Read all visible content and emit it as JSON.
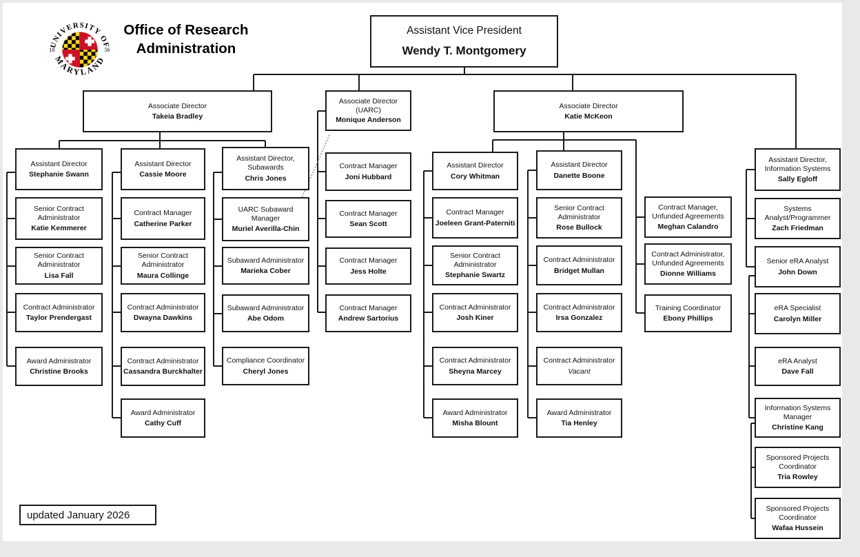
{
  "header": {
    "logo": {
      "top_text": "UNIVERSITY OF",
      "bottom_text": "MARYLAND",
      "left_text": "18",
      "right_text": "56"
    },
    "title": "Office of Research Administration"
  },
  "footer": {
    "updated": "updated January 2026"
  },
  "colors": {
    "line": "#1a1a1a",
    "dotted_line": "#7d8aa8",
    "maryland_red": "#ce1126",
    "maryland_gold": "#ffd520"
  },
  "boxes": [
    {
      "id": "avp",
      "role": "Assistant Vice President",
      "name": "Wendy T. Montgomery"
    },
    {
      "id": "bradley",
      "role": "Associate Director",
      "name": "Takeia Bradley"
    },
    {
      "id": "anderson",
      "role": "Associate Director (UARC)",
      "name": "Monique Anderson"
    },
    {
      "id": "mckeon",
      "role": "Associate Director",
      "name": "Katie McKeon"
    },
    {
      "id": "swann",
      "role": "Assistant Director",
      "name": "Stephanie Swann"
    },
    {
      "id": "kemmerer",
      "role": "Senior Contract Administrator",
      "name": "Katie Kemmerer"
    },
    {
      "id": "lfall",
      "role": "Senior Contract Administrator",
      "name": "Lisa Fall"
    },
    {
      "id": "prendergast",
      "role": "Contract Administrator",
      "name": "Taylor Prendergast"
    },
    {
      "id": "brooks",
      "role": "Award Administrator",
      "name": "Christine Brooks"
    },
    {
      "id": "moore",
      "role": "Assistant Director",
      "name": "Cassie Moore"
    },
    {
      "id": "parker",
      "role": "Contract Manager",
      "name": "Catherine Parker"
    },
    {
      "id": "collinge",
      "role": "Senior Contract Administrator",
      "name": "Maura Collinge"
    },
    {
      "id": "dawkins",
      "role": "Contract Administrator",
      "name": "Dwayna Dawkins"
    },
    {
      "id": "burckhalter",
      "role": "Contract Administrator",
      "name": "Cassandra Burckhalter"
    },
    {
      "id": "cuff",
      "role": "Award Administrator",
      "name": "Cathy Cuff"
    },
    {
      "id": "cjones",
      "role": "Assistant Director, Subawards",
      "name": "Chris Jones"
    },
    {
      "id": "averilla",
      "role": "UARC Subaward Manager",
      "name": "Muriel Averilla-Chin"
    },
    {
      "id": "cober",
      "role": "Subaward Administrator",
      "name": "Marieka Cober"
    },
    {
      "id": "odom",
      "role": "Subaward Administrator",
      "name": "Abe Odom"
    },
    {
      "id": "cheryljones",
      "role": "Compliance Coordinator",
      "name": "Cheryl Jones"
    },
    {
      "id": "hubbard",
      "role": "Contract Manager",
      "name": "Joni Hubbard"
    },
    {
      "id": "scott",
      "role": "Contract Manager",
      "name": "Sean Scott"
    },
    {
      "id": "holte",
      "role": "Contract Manager",
      "name": "Jess Holte"
    },
    {
      "id": "sartorius",
      "role": "Contract Manager",
      "name": "Andrew Sartorius"
    },
    {
      "id": "whitman",
      "role": "Assistant Director",
      "name": "Cory Whitman"
    },
    {
      "id": "grantpaterniti",
      "role": "Contract Manager",
      "name": "Joeleen Grant-Paterniti"
    },
    {
      "id": "swartz",
      "role": "Senior Contract Administrator",
      "name": "Stephanie Swartz"
    },
    {
      "id": "kiner",
      "role": "Contract Administrator",
      "name": "Josh Kiner"
    },
    {
      "id": "marcey",
      "role": "Contract Administrator",
      "name": "Sheyna Marcey"
    },
    {
      "id": "blount",
      "role": "Award Administrator",
      "name": "Misha Blount"
    },
    {
      "id": "boone",
      "role": "Assistant Director",
      "name": "Danette Boone"
    },
    {
      "id": "bullock",
      "role": "Senior Contract Administrator",
      "name": "Rose Bullock"
    },
    {
      "id": "mullan",
      "role": "Contract Administrator",
      "name": "Bridget Mullan"
    },
    {
      "id": "gonzalez",
      "role": "Contract Administrator",
      "name": "Irsa Gonzalez"
    },
    {
      "id": "vacant",
      "role": "Contract Administrator",
      "name": "Vacant"
    },
    {
      "id": "henley",
      "role": "Award Administrator",
      "name": "Tia Henley"
    },
    {
      "id": "calandro",
      "role": "Contract Manager, Unfunded Agreements",
      "name": "Meghan Calandro"
    },
    {
      "id": "williams",
      "role": "Contract Administrator, Unfunded Agreements",
      "name": "Dionne Williams"
    },
    {
      "id": "phillips",
      "role": "Training Coordinator",
      "name": "Ebony Phillips"
    },
    {
      "id": "egloff",
      "role": "Assistant Director, Information Systems",
      "name": "Sally Egloff"
    },
    {
      "id": "friedman",
      "role": "Systems Analyst/Programmer",
      "name": "Zach Friedman"
    },
    {
      "id": "down",
      "role": "Senior eRA Analyst",
      "name": "John Down"
    },
    {
      "id": "miller",
      "role": "eRA Specialist",
      "name": "Carolyn Miller"
    },
    {
      "id": "dfall",
      "role": "eRA Analyst",
      "name": "Dave Fall"
    },
    {
      "id": "kang",
      "role": "Information Systems Manager",
      "name": "Christine Kang"
    },
    {
      "id": "rowley",
      "role": "Sponsored Projects Coordinator",
      "name": "Tria Rowley"
    },
    {
      "id": "hussein",
      "role": "Sponsored Projects Coordinator",
      "name": "Wafaa Hussein"
    }
  ]
}
